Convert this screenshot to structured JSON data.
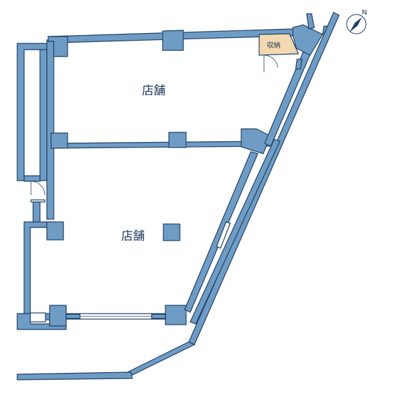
{
  "rooms": {
    "upper_shop": {
      "label": "店舗"
    },
    "lower_shop": {
      "label": "店舗"
    },
    "storage": {
      "label": "収納"
    }
  },
  "compass": {
    "north_label": "N",
    "icon": "compass-icon"
  },
  "colors": {
    "wall": "#6f9cc4",
    "outline": "#1f3f66",
    "storage": "#f3d9b1",
    "text": "#1f3559"
  }
}
